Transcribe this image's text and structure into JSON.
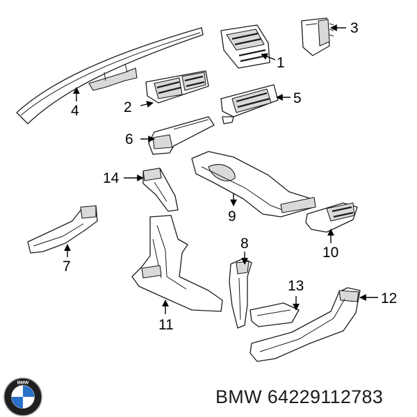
{
  "diagram": {
    "callouts": {
      "c1": "1",
      "c2": "2",
      "c3": "3",
      "c4": "4",
      "c5": "5",
      "c6": "6",
      "c7": "7",
      "c8": "8",
      "c9": "9",
      "c10": "10",
      "c11": "11",
      "c12": "12",
      "c13": "13",
      "c14": "14"
    }
  },
  "footer": {
    "brand": "BMW",
    "part_number": "64229112783"
  },
  "logo": {
    "letters": "BMW",
    "colors": {
      "ring": "#1f1f1f",
      "blue": "#2b70c8",
      "white": "#ffffff"
    }
  }
}
